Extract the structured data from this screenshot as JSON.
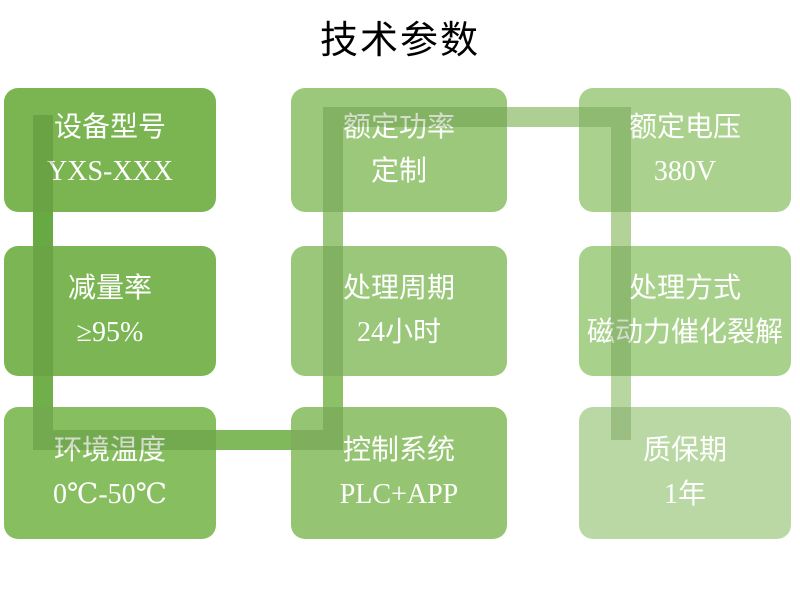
{
  "title": "技术参数",
  "boxes": [
    {
      "id": "device-model",
      "label": "设备型号",
      "value": "YXS-XXX",
      "color": "#7ab551"
    },
    {
      "id": "rated-power",
      "label": "额定功率",
      "value": "定制",
      "color": "#9bc87a"
    },
    {
      "id": "rated-voltage",
      "label": "额定电压",
      "value": "380V",
      "color": "#aad28e"
    },
    {
      "id": "reduction-rate",
      "label": "减量率",
      "value": "≥95%",
      "color": "#7cb654"
    },
    {
      "id": "processing-cycle",
      "label": "处理周期",
      "value": "24小时",
      "color": "#9ac779"
    },
    {
      "id": "processing-method",
      "label": "处理方式",
      "value": "磁动力催化裂解",
      "color": "#a8d18c"
    },
    {
      "id": "ambient-temperature",
      "label": "环境温度",
      "value": "0℃-50℃",
      "color": "#87be60"
    },
    {
      "id": "control-system",
      "label": "控制系统",
      "value": "PLC+APP",
      "color": "#95c572"
    },
    {
      "id": "warranty",
      "label": "质保期",
      "value": "1年",
      "color": "#b9d8a3"
    }
  ],
  "connector": {
    "overlay_color": "rgba(50,100,20,0.22)",
    "segment_colors": [
      "#67a943",
      "#71af4b",
      "#80b95b",
      "#8cc168",
      "#9cc87d",
      "#aecf93",
      "#b2d298",
      "#b8d6a0"
    ]
  },
  "colors": {
    "background": "#ffffff",
    "title_text": "#000000",
    "box_text": "#ffffff"
  }
}
